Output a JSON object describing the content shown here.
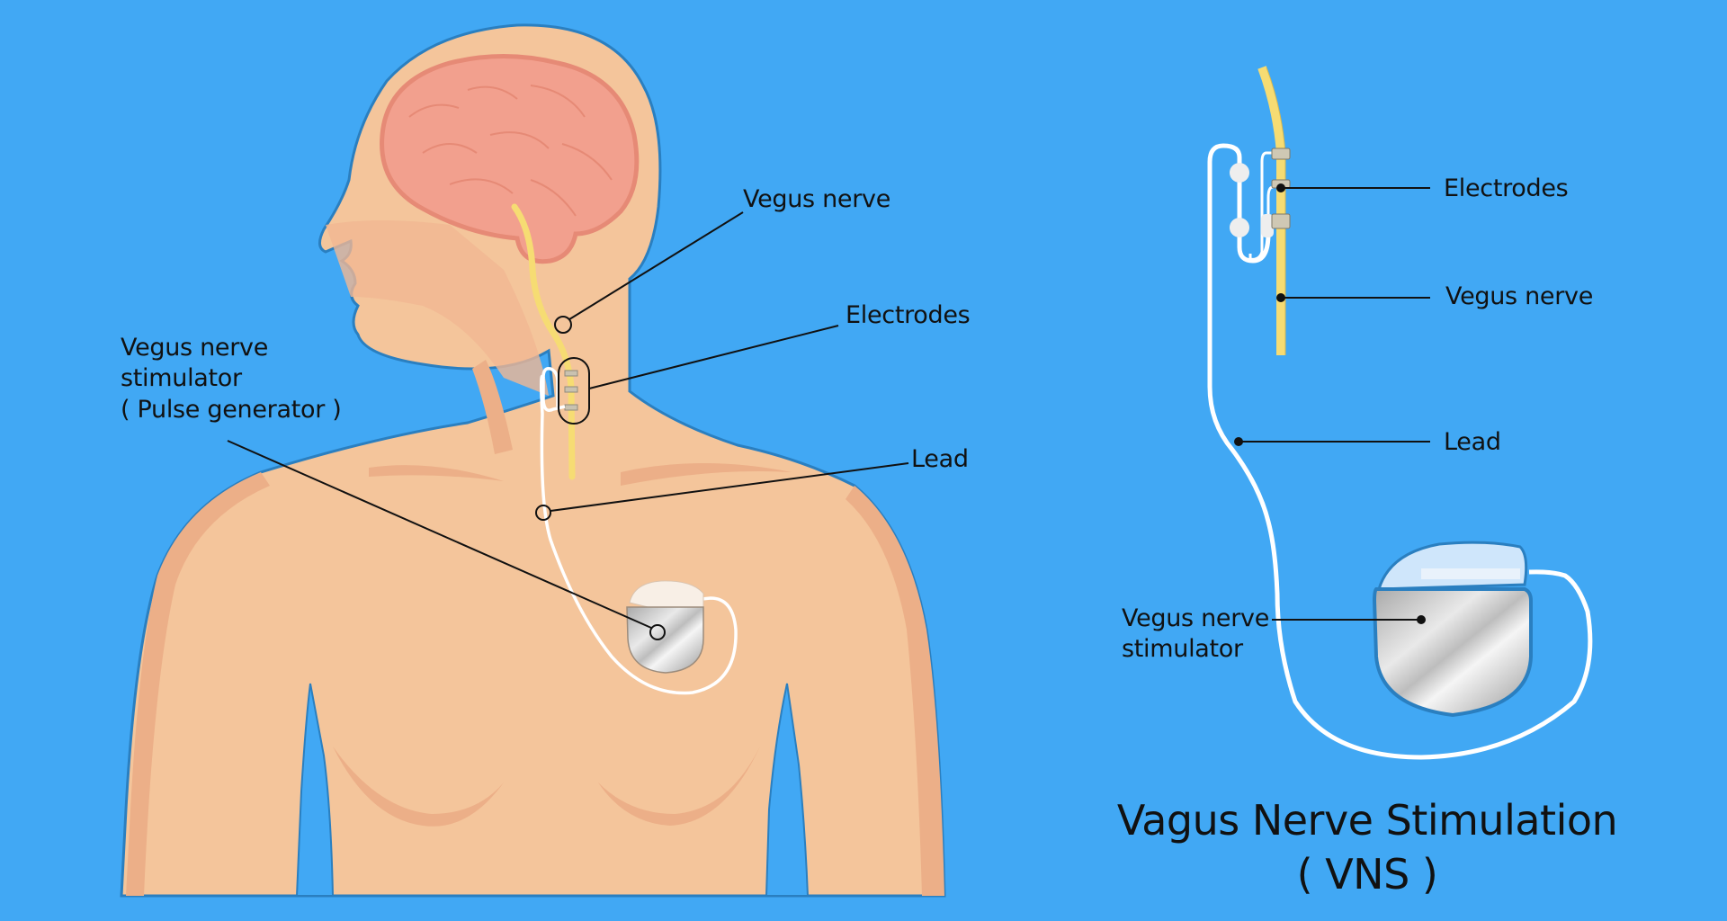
{
  "colors": {
    "background": "#41a8f4",
    "skin": "#f4c59b",
    "skin_shadow": "#ecaf88",
    "body_outline": "#2a7fc0",
    "brain": "#f2a08e",
    "brain_outline": "#e68a76",
    "nerve": "#f6dc73",
    "lead": "#ffffff",
    "device_metal": "#d8d8d8",
    "device_header": "#cfe6fb",
    "leader_line": "#111111"
  },
  "left_diagram": {
    "labels": {
      "vagus_nerve": "Vegus nerve",
      "electrodes": "Electrodes",
      "lead": "Lead",
      "stimulator_line1": "Vegus nerve",
      "stimulator_line2": "stimulator",
      "stimulator_line3": "( Pulse generator )"
    }
  },
  "right_diagram": {
    "labels": {
      "electrodes": "Electrodes",
      "vagus_nerve": "Vegus nerve",
      "lead": "Lead",
      "stimulator_line1": "Vegus nerve",
      "stimulator_line2": "stimulator"
    }
  },
  "title": {
    "line1": "Vagus Nerve Stimulation",
    "line2": "( VNS )"
  }
}
